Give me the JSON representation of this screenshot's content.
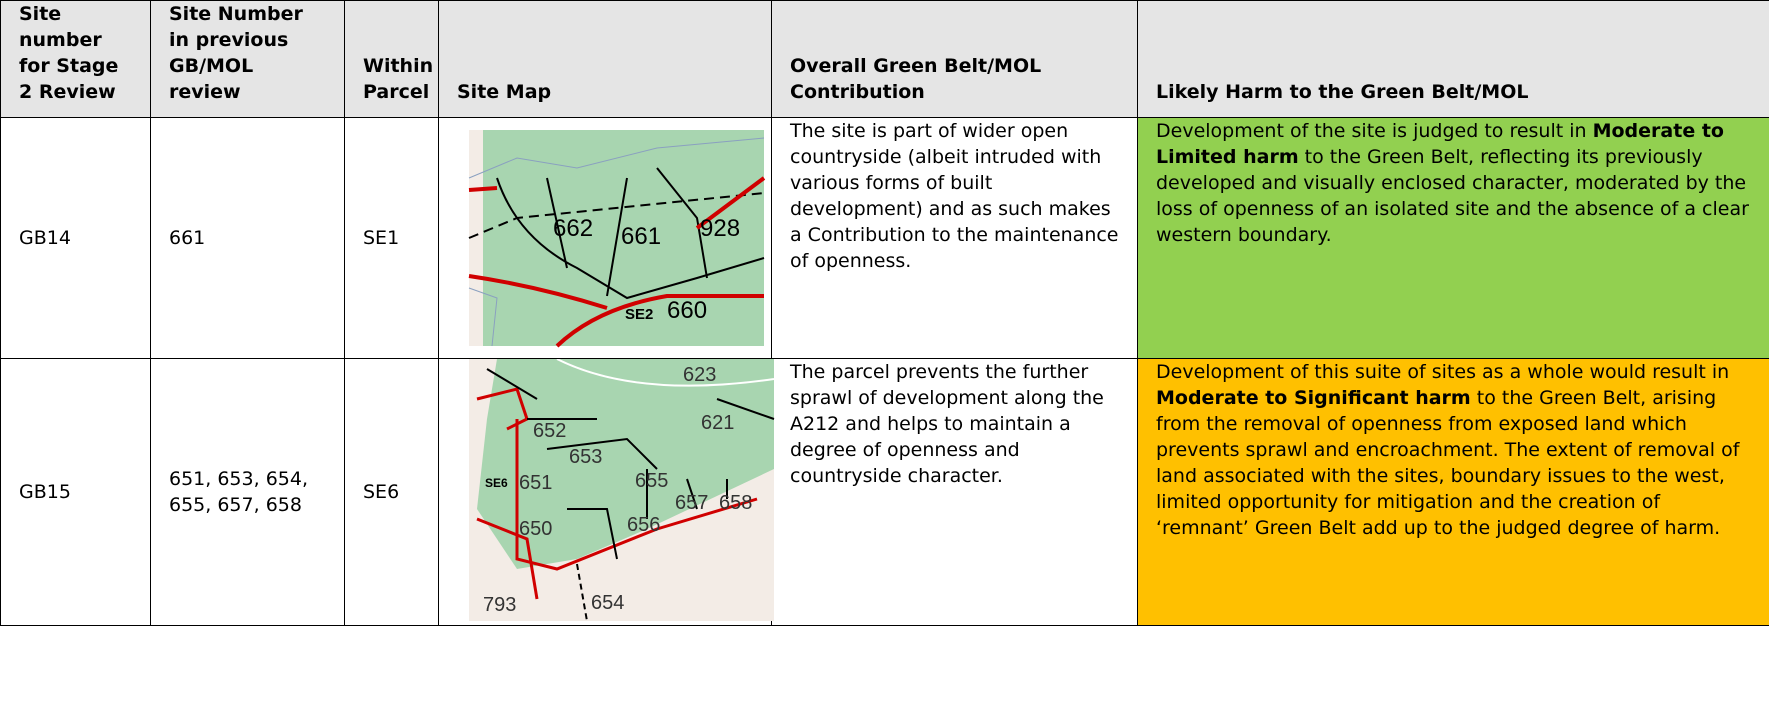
{
  "headers": {
    "site_number": "Site number for Stage 2 Review",
    "previous_site": "Site Number in previous GB/MOL review",
    "within_parcel": "Within Parcel",
    "site_map": "Site Map",
    "contribution": "Overall Green Belt/MOL Contribution",
    "harm": "Likely Harm to the Green Belt/MOL"
  },
  "rows": [
    {
      "site_number": "GB14",
      "previous_site": "661",
      "parcel": "SE1",
      "map_labels": [
        "662",
        "661",
        "928",
        "660",
        "SE2"
      ],
      "contribution": "The site is part of wider open countryside (albeit intruded with various forms of built development) and as such makes a Contribution to the maintenance of openness.",
      "harm_before": "Development of the site is judged to result in ",
      "harm_bold": "Moderate to Limited harm",
      "harm_after": " to the Green Belt, reflecting its previously developed and visually enclosed character, moderated by the loss of openness of an isolated site and the absence of a clear western boundary.",
      "harm_color": "#92d050"
    },
    {
      "site_number": "GB15",
      "previous_site": "651, 653, 654, 655, 657, 658",
      "parcel": "SE6",
      "map_labels": [
        "623",
        "621",
        "652",
        "653",
        "655",
        "651",
        "657",
        "658",
        "656",
        "650",
        "793",
        "654",
        "SE6"
      ],
      "contribution": "The parcel prevents the further sprawl of development along the A212 and helps to maintain a degree of openness and countryside character.",
      "harm_before": "Development of this suite of sites as a whole would result in ",
      "harm_bold": "Moderate to Significant harm",
      "harm_after": " to the Green Belt, arising from the removal of openness from exposed land which prevents sprawl and encroachment. The extent of removal of land associated with the sites, boundary issues to the west, limited opportunity for mitigation and the creation of ‘remnant’ Green Belt add up to the judged degree of harm.",
      "harm_color": "#ffc000"
    }
  ]
}
